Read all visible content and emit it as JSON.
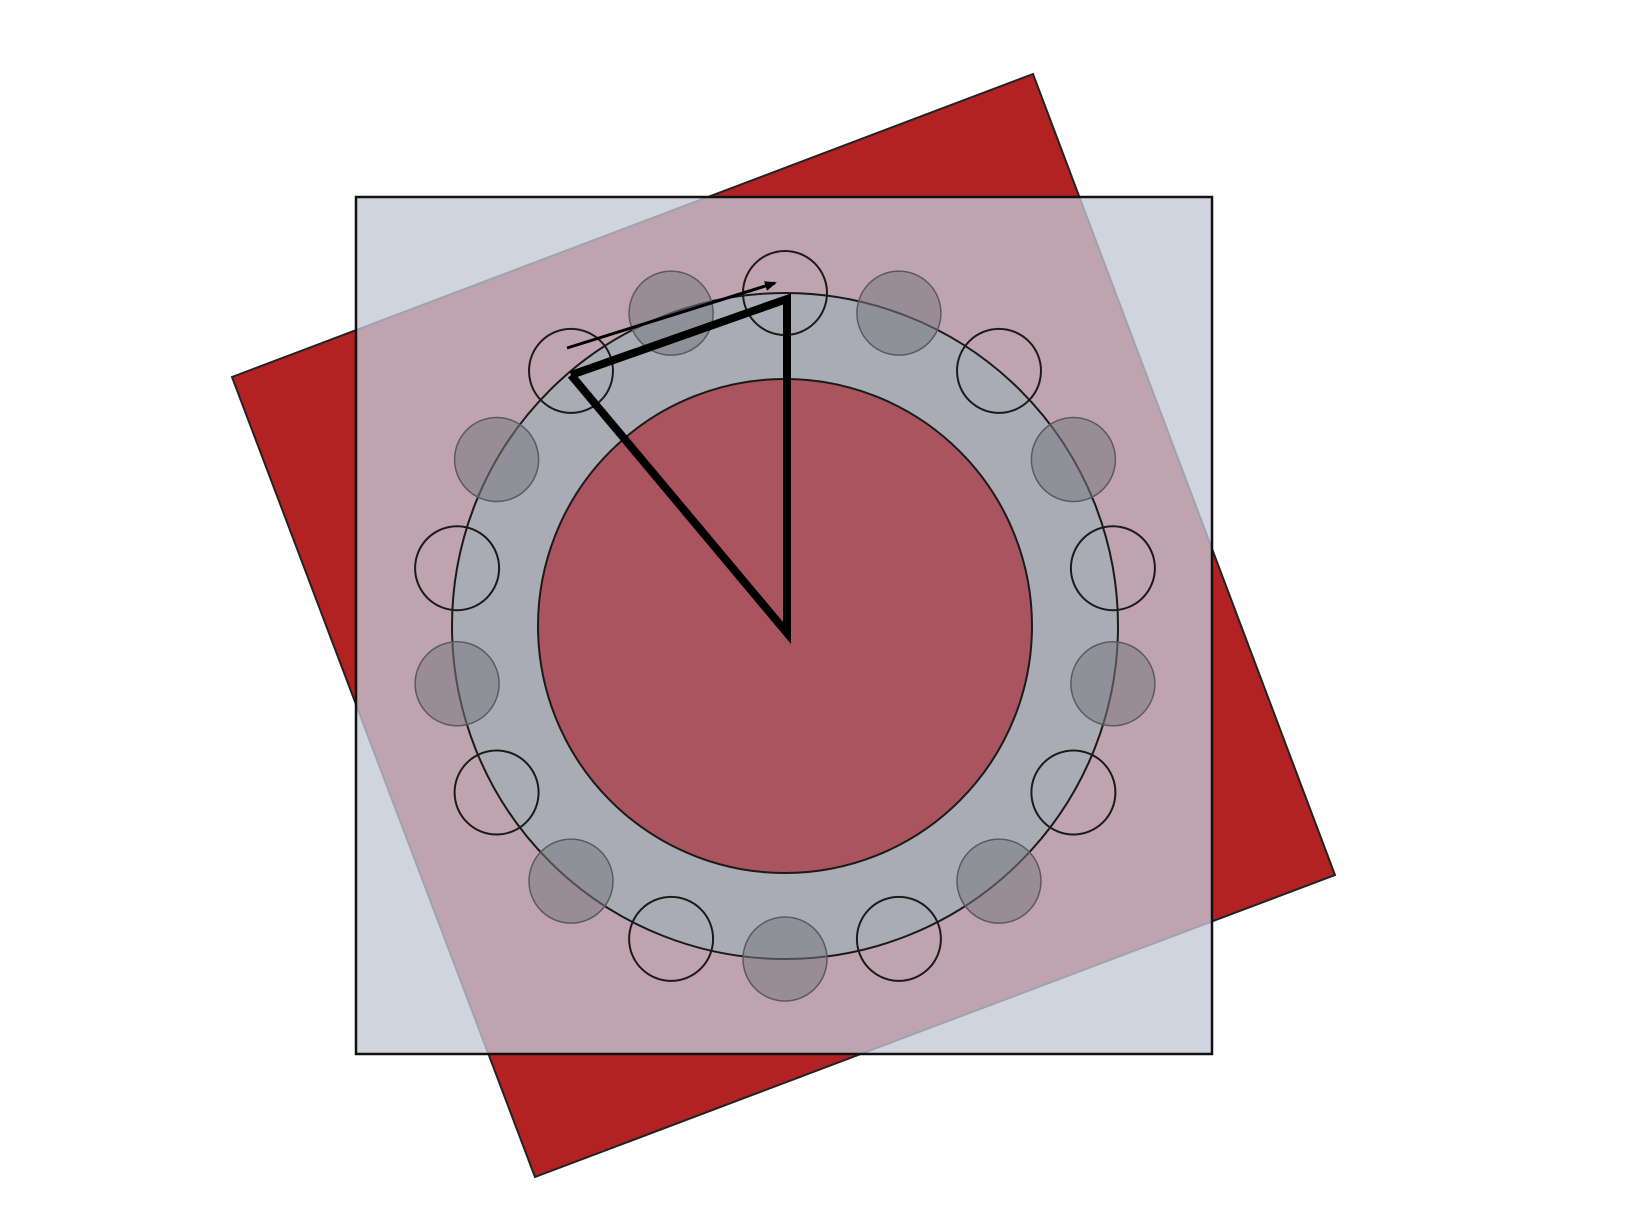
{
  "colors": {
    "background": "#ffffff",
    "rotated_square": "#b22222",
    "overlay_square": "#c3c8d6",
    "overlay_opacity": 0.78,
    "ring_band": "#a9acb5",
    "inner_disk": "#a9545e",
    "filled_hole": "#7a7a80",
    "filled_hole_opacity": 0.55,
    "outline": "#1a1a1a",
    "triangle_stroke": "#000000"
  },
  "diagram": {
    "hole_count": 18,
    "rotated_square_angle_deg": -21,
    "filled_holes": [
      1,
      3,
      5,
      7,
      9,
      11,
      13,
      15,
      17
    ],
    "open_holes": [
      0,
      2,
      4,
      6,
      8,
      10,
      12,
      14,
      16
    ]
  }
}
